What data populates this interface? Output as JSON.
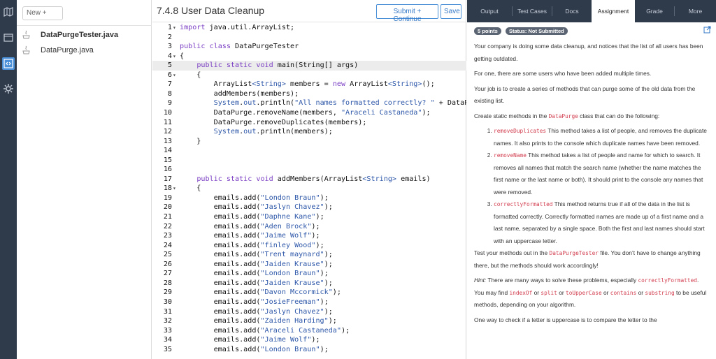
{
  "rail": {
    "icons": [
      "map-icon",
      "files-icon",
      "code-icon",
      "settings-icon"
    ]
  },
  "files_panel": {
    "new_button": "New +",
    "files": [
      {
        "name": "DataPurgeTester.java",
        "active": true
      },
      {
        "name": "DataPurge.java",
        "active": false
      }
    ]
  },
  "editor": {
    "title": "7.4.8 User Data Cleanup",
    "submit_label": "Submit + Continue",
    "save_label": "Save",
    "lines": [
      {
        "n": "1",
        "f": "▾",
        "t": "import java.util.ArrayList;"
      },
      {
        "n": "2",
        "f": "",
        "t": ""
      },
      {
        "n": "3",
        "f": "",
        "t": "public class DataPurgeTester"
      },
      {
        "n": "4",
        "f": "▾",
        "t": "{"
      },
      {
        "n": "5",
        "f": "",
        "t": "    public static void main(String[] args)"
      },
      {
        "n": "6",
        "f": "▾",
        "t": "    {"
      },
      {
        "n": "7",
        "f": "",
        "t": "        ArrayList<String> members = new ArrayList<String>();"
      },
      {
        "n": "8",
        "f": "",
        "t": "        addMembers(members);"
      },
      {
        "n": "9",
        "f": "",
        "t": "        System.out.println(\"All names formatted correctly? \" + DataP"
      },
      {
        "n": "10",
        "f": "",
        "t": "        DataPurge.removeName(members, \"Araceli Castaneda\");"
      },
      {
        "n": "11",
        "f": "",
        "t": "        DataPurge.removeDuplicates(members);"
      },
      {
        "n": "12",
        "f": "",
        "t": "        System.out.println(members);"
      },
      {
        "n": "13",
        "f": "",
        "t": "    }"
      },
      {
        "n": "14",
        "f": "",
        "t": ""
      },
      {
        "n": "15",
        "f": "",
        "t": ""
      },
      {
        "n": "16",
        "f": "",
        "t": ""
      },
      {
        "n": "17",
        "f": "",
        "t": "    public static void addMembers(ArrayList<String> emails)"
      },
      {
        "n": "18",
        "f": "▾",
        "t": "    {"
      },
      {
        "n": "19",
        "f": "",
        "t": "        emails.add(\"London Braun\");"
      },
      {
        "n": "20",
        "f": "",
        "t": "        emails.add(\"Jaslyn Chavez\");"
      },
      {
        "n": "21",
        "f": "",
        "t": "        emails.add(\"Daphne Kane\");"
      },
      {
        "n": "22",
        "f": "",
        "t": "        emails.add(\"Aden Brock\");"
      },
      {
        "n": "23",
        "f": "",
        "t": "        emails.add(\"Jaime Wolf\");"
      },
      {
        "n": "24",
        "f": "",
        "t": "        emails.add(\"finley Wood\");"
      },
      {
        "n": "25",
        "f": "",
        "t": "        emails.add(\"Trent maynard\");"
      },
      {
        "n": "26",
        "f": "",
        "t": "        emails.add(\"Jaiden Krause\");"
      },
      {
        "n": "27",
        "f": "",
        "t": "        emails.add(\"London Braun\");"
      },
      {
        "n": "28",
        "f": "",
        "t": "        emails.add(\"Jaiden Krause\");"
      },
      {
        "n": "29",
        "f": "",
        "t": "        emails.add(\"Davon Mccormick\");"
      },
      {
        "n": "30",
        "f": "",
        "t": "        emails.add(\"JosieFreeman\");"
      },
      {
        "n": "31",
        "f": "",
        "t": "        emails.add(\"Jaslyn Chavez\");"
      },
      {
        "n": "32",
        "f": "",
        "t": "        emails.add(\"Zaiden Harding\");"
      },
      {
        "n": "33",
        "f": "",
        "t": "        emails.add(\"Araceli Castaneda\");"
      },
      {
        "n": "34",
        "f": "",
        "t": "        emails.add(\"Jaime Wolf\");"
      },
      {
        "n": "35",
        "f": "",
        "t": "        emails.add(\"London Braun\");"
      }
    ]
  },
  "right_panel": {
    "tabs": [
      "Output",
      "Test Cases",
      "Docs",
      "Assignment",
      "Grade",
      "More"
    ],
    "active_tab": "Assignment",
    "points_badge": "5 points",
    "status_badge": "Status: Not Submitted",
    "p1": "Your company is doing some data cleanup, and notices that the list of all users has been getting outdated.",
    "p2": "For one, there are some users who have been added multiple times.",
    "p3": "Your job is to create a series of methods that can purge some of the old data from the existing list.",
    "p4_pre": "Create static methods in the ",
    "p4_code": "DataPurge",
    "p4_post": " class that can do the following:",
    "items": [
      {
        "code": "removeDuplicates",
        "text": " This method takes a list of people, and removes the duplicate names. It also prints to the console which duplicate names have been removed."
      },
      {
        "code": "removeName",
        "text": " This method takes a list of people and name for which to search. It removes all names that match the search name (whether the name matches the first name or the last name or both). It should print to the console any names that were removed."
      },
      {
        "code": "correctlyFormatted",
        "text": " This method returns true if all of the data in the list is formatted correctly. Correctly formatted names are made up of a first name and a last name, separated by a single space. Both the first and last names should start with an uppercase letter."
      }
    ],
    "p5_pre": "Test your methods out in the ",
    "p5_code": "DataPurgeTester",
    "p5_post": " file. You don’t have to change anything there, but the methods should work accordingly!",
    "hint_label": "Hint:",
    "hint_pre": " There are many ways to solve these problems, especially ",
    "hint_code1": "correctlyFormatted",
    "hint_mid1": ". You may find ",
    "hint_code2": "indexOf",
    "hint_mid2": " or ",
    "hint_code3": "split",
    "hint_mid3": " or ",
    "hint_code4": "toUpperCase",
    "hint_mid4": " or ",
    "hint_code5": "contains",
    "hint_mid5": " or ",
    "hint_code6": "substring",
    "hint_post": " to be useful methods, depending on your algorithm.",
    "p6": "One way to check if a letter is uppercase is to compare the letter to the"
  }
}
